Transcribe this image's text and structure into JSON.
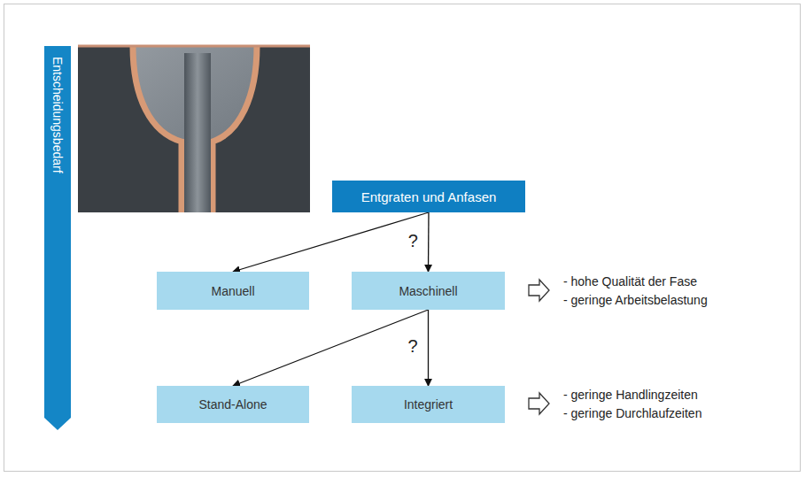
{
  "diagram": {
    "nodes": [
      {
        "text": [
          "Entscheidungsbedarf"
        ]
      },
      {
        "text": [
          "Entgraten und Anfasen"
        ]
      },
      {
        "text": [
          "Manuell"
        ]
      },
      {
        "text": [
          "Maschinell"
        ]
      },
      {
        "text": [
          "Stand-Alone"
        ]
      },
      {
        "text": [
          "Integriert"
        ]
      }
    ],
    "edges": [
      {
        "from": 1,
        "to": 2,
        "arrow": "to"
      },
      {
        "from": 1,
        "to": 3,
        "label": "?",
        "arrow": "to"
      },
      {
        "from": 3,
        "to": 4,
        "arrow": "to"
      },
      {
        "from": 3,
        "to": 5,
        "label": "?",
        "arrow": "to"
      }
    ],
    "labels": [
      "- hohe Qualität der Fase",
      "- geringe Arbeitsbelastung",
      "- geringe Handlingzeiten",
      "- geringe Durchlaufzeiten"
    ]
  }
}
